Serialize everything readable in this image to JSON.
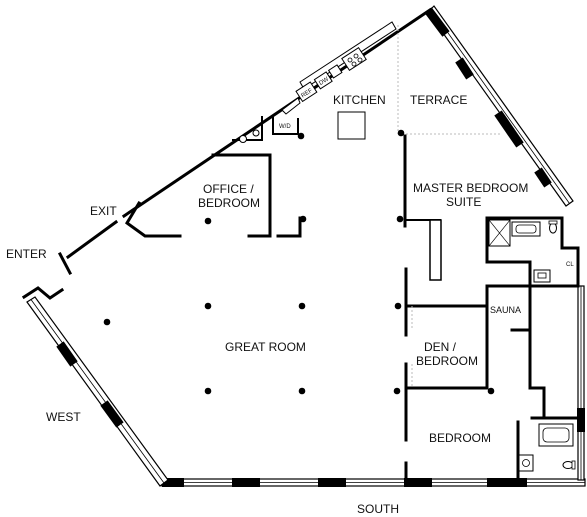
{
  "rooms": {
    "kitchen": "KITCHEN",
    "terrace": "TERRACE",
    "office_line1": "OFFICE /",
    "office_line2": "BEDROOM",
    "master_line1": "MASTER BEDROOM",
    "master_line2": "SUITE",
    "great_room": "GREAT ROOM",
    "sauna": "SAUNA",
    "den_line1": "DEN /",
    "den_line2": "BEDROOM",
    "bedroom": "BEDROOM"
  },
  "appliances": {
    "ref": "REF",
    "dw": "DW",
    "wd": "W/D",
    "closet": "CL"
  },
  "markers": {
    "exit": "EXIT",
    "enter": "ENTER"
  },
  "orientation": {
    "west": "WEST",
    "south": "SOUTH"
  }
}
